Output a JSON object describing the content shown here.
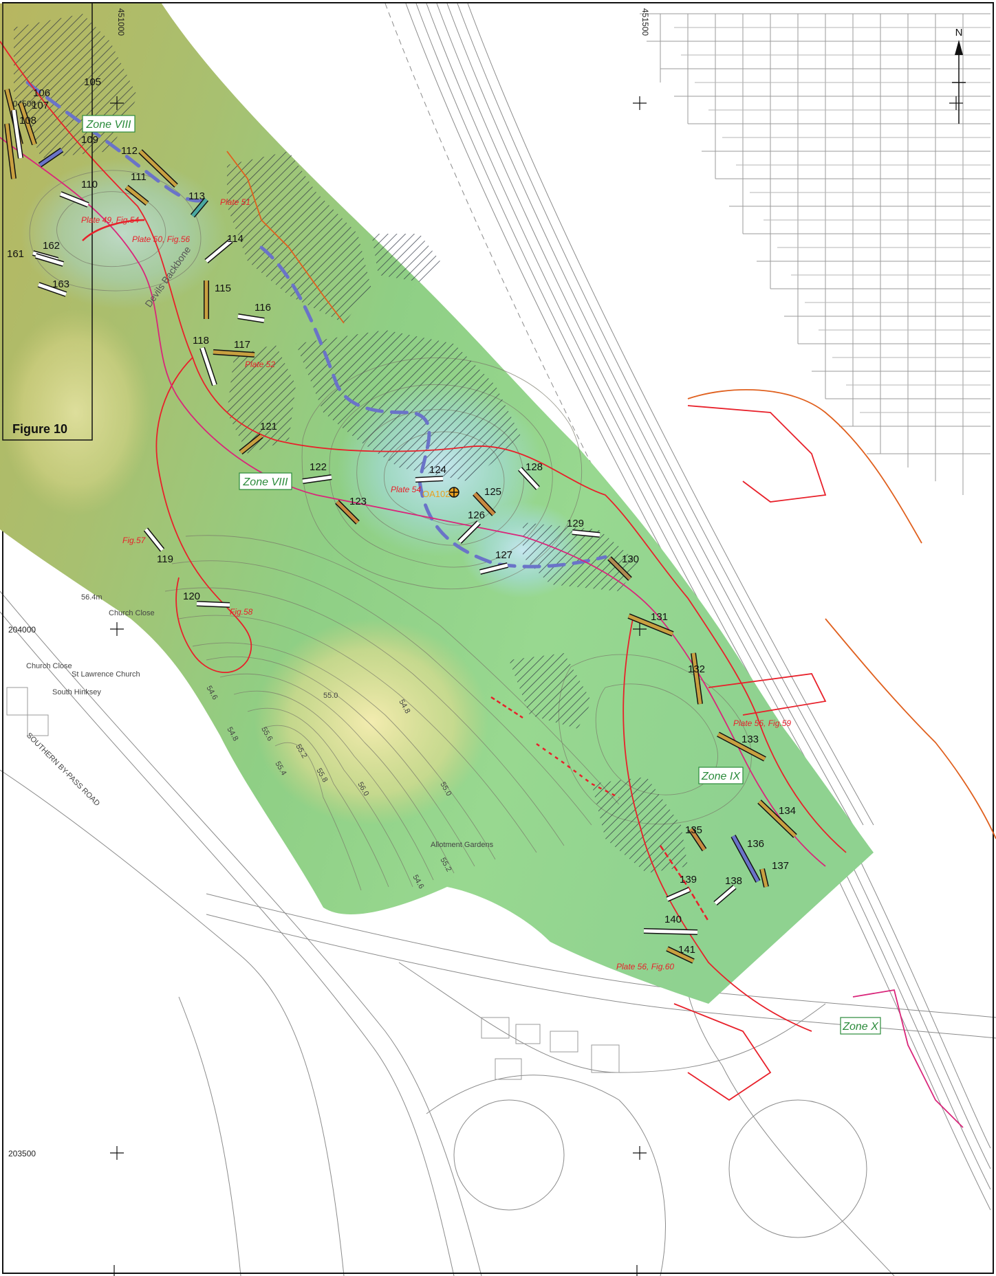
{
  "colors": {
    "boundary_red": "#e8202a",
    "boundary_magenta": "#d9257a",
    "boundary_orange": "#e0601e",
    "palaeochannel_blue": "#6a73c8",
    "zone_green": "#2a8a3a",
    "label_red": "#e8202a",
    "borehole_orange": "#e8a020"
  },
  "north_arrow": {
    "label": "N"
  },
  "figure_inset": {
    "label": "Figure 10"
  },
  "grid_labels": {
    "easting_1": "451000",
    "easting_2": "451500",
    "northing_1": "204500",
    "northing_2": "204000",
    "northing_3": "203500"
  },
  "zones": [
    {
      "label": "Zone VIII"
    },
    {
      "label": "Zone VIII"
    },
    {
      "label": "Zone IX"
    },
    {
      "label": "Zone X"
    }
  ],
  "place_names": {
    "devils_backbone": "Devils Backbone",
    "church_close_1": "Church Close",
    "church_close_2": "Church Close",
    "st_lawrence": "St Lawrence Church",
    "south_hinksey": "South Hinksey",
    "spot_height": "56.4m",
    "allotment": "Allotment Gardens",
    "road": "SOUTHERN BY-PASS ROAD"
  },
  "borehole": {
    "label": "OA102"
  },
  "contour_labels": [
    "54.6",
    "54.8",
    "55.0",
    "55.2",
    "55.4",
    "55.6",
    "55.8",
    "56.0",
    "55.0",
    "54.8",
    "55.2",
    "54.6"
  ],
  "trenches": [
    {
      "id": "105",
      "fill": "#c8a040"
    },
    {
      "id": "106",
      "fill": "#c8a040"
    },
    {
      "id": "107",
      "fill": "#ffffff"
    },
    {
      "id": "108",
      "fill": "#c8a040"
    },
    {
      "id": "109",
      "fill": "#6a73c8"
    },
    {
      "id": "110",
      "fill": "#ffffff"
    },
    {
      "id": "111",
      "fill": "#c8a040"
    },
    {
      "id": "112",
      "fill": "#c8a040"
    },
    {
      "id": "113",
      "fill": "#4aa8a0"
    },
    {
      "id": "114",
      "fill": "#ffffff"
    },
    {
      "id": "115",
      "fill": "#c8a040"
    },
    {
      "id": "116",
      "fill": "#ffffff"
    },
    {
      "id": "117",
      "fill": "#c8a040"
    },
    {
      "id": "118",
      "fill": "#ffffff"
    },
    {
      "id": "119",
      "fill": "#ffffff"
    },
    {
      "id": "120",
      "fill": "#ffffff"
    },
    {
      "id": "121",
      "fill": "#c8a040"
    },
    {
      "id": "122",
      "fill": "#ffffff"
    },
    {
      "id": "123",
      "fill": "#c88a40"
    },
    {
      "id": "124",
      "fill": "#ffffff"
    },
    {
      "id": "125",
      "fill": "#c88a40"
    },
    {
      "id": "126",
      "fill": "#ffffff"
    },
    {
      "id": "127",
      "fill": "#ffffff"
    },
    {
      "id": "128",
      "fill": "#ffffff"
    },
    {
      "id": "129",
      "fill": "#ffffff"
    },
    {
      "id": "130",
      "fill": "#b08a50"
    },
    {
      "id": "131",
      "fill": "#c8a040"
    },
    {
      "id": "132",
      "fill": "#c8a040"
    },
    {
      "id": "133",
      "fill": "#c8a040"
    },
    {
      "id": "134",
      "fill": "#c8a040"
    },
    {
      "id": "135",
      "fill": "#c88a40"
    },
    {
      "id": "136",
      "fill": "#6a73c8"
    },
    {
      "id": "137",
      "fill": "#c8a040"
    },
    {
      "id": "138",
      "fill": "#ffffff"
    },
    {
      "id": "139",
      "fill": "#ffffff"
    },
    {
      "id": "140",
      "fill": "#ffffff"
    },
    {
      "id": "141",
      "fill": "#c8a040"
    },
    {
      "id": "161",
      "fill": "#ffffff"
    },
    {
      "id": "162",
      "fill": "#ffffff"
    },
    {
      "id": "163",
      "fill": "#ffffff"
    }
  ],
  "plate_labels": [
    "Plate 51",
    "Plate 49, Fig.54",
    "Plate 50, Fig.56",
    "Plate 52",
    "Plate 54",
    "Fig.57",
    "Fig.58",
    "Plate 55, Fig.59",
    "Plate 56, Fig.60"
  ]
}
